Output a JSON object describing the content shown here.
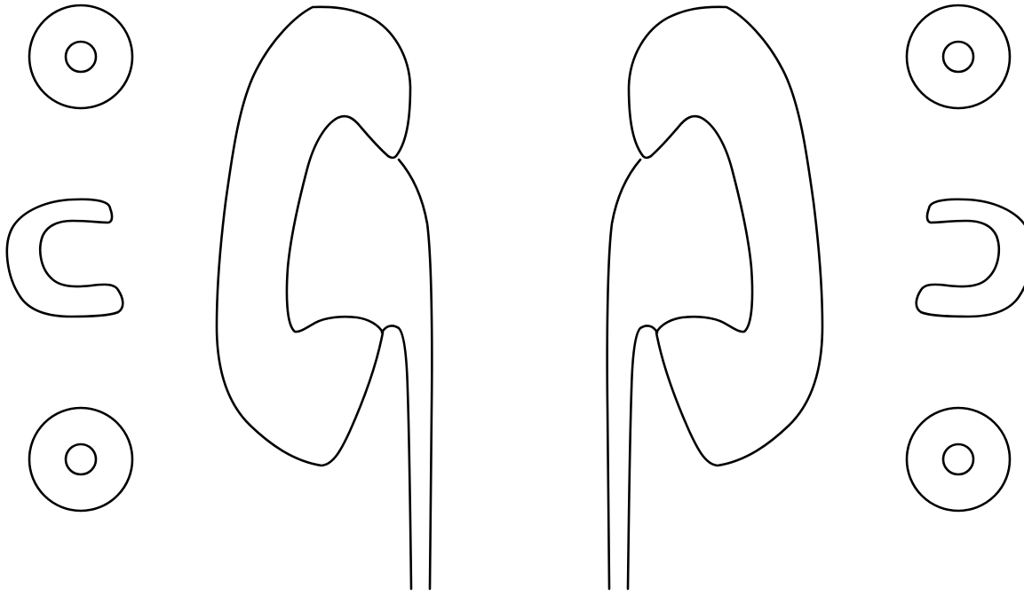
{
  "diagram": {
    "background_color": "#ffffff",
    "stroke_color": "#000000",
    "shapes": [
      "left-top-ring-icon",
      "left-c-section-icon",
      "left-bottom-ring-icon",
      "left-kidney-outline",
      "left-ureter",
      "right-kidney-outline",
      "right-ureter",
      "right-top-ring-icon",
      "right-c-section-icon",
      "right-bottom-ring-icon"
    ]
  }
}
